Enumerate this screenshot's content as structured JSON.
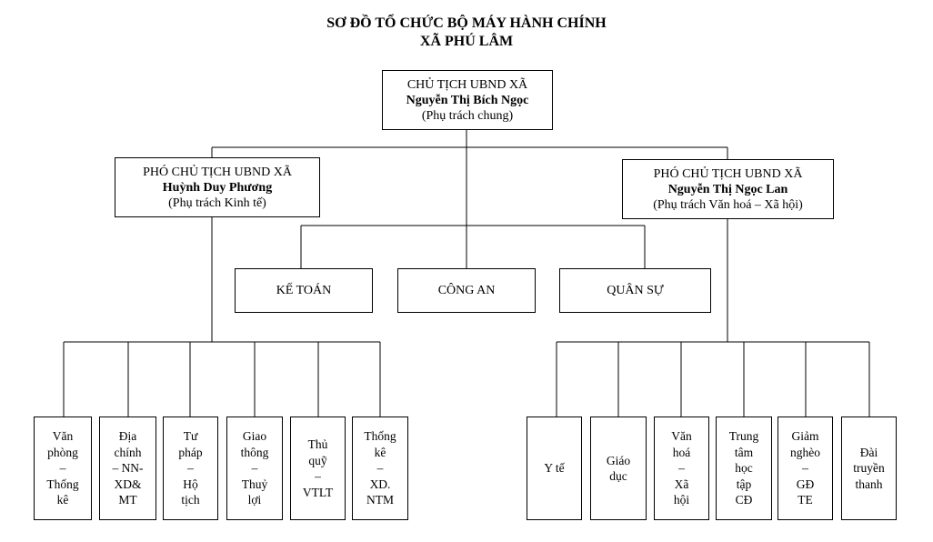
{
  "title": {
    "line1": "SƠ ĐỒ TỔ CHỨC BỘ MÁY HÀNH CHÍNH",
    "line2": "XÃ PHÚ LÂM"
  },
  "chairman": {
    "role": "CHỦ TỊCH UBND XÃ",
    "name": "Nguyễn Thị Bích Ngọc",
    "duty": "(Phụ trách chung)"
  },
  "vice_left": {
    "role": "PHÓ CHỦ TỊCH UBND XÃ",
    "name": "Huỳnh Duy Phương",
    "duty": "(Phụ trách Kinh tế)"
  },
  "vice_right": {
    "role": "PHÓ CHỦ TỊCH UBND XÃ",
    "name": "Nguyễn Thị Ngọc Lan",
    "duty": "(Phụ trách Văn hoá – Xã hội)"
  },
  "middle_units": [
    "KẾ TOÁN",
    "CÔNG AN",
    "QUÂN SỰ"
  ],
  "left_departments": [
    [
      "Văn",
      "phòng",
      "–",
      "Thống",
      "kê"
    ],
    [
      "Địa",
      "chính",
      "– NN-",
      "XD&",
      "MT"
    ],
    [
      "Tư",
      "pháp",
      "–",
      "Hộ",
      "tịch"
    ],
    [
      "Giao",
      "thông",
      "–",
      "Thuỷ",
      "lợi"
    ],
    [
      "Thủ",
      "quỹ",
      "–",
      "VTLT"
    ],
    [
      "Thống",
      "kê",
      "–",
      "XD.",
      "NTM"
    ]
  ],
  "right_departments": [
    [
      "Y tế"
    ],
    [
      "Giáo",
      "dục"
    ],
    [
      "Văn",
      "hoá",
      "–",
      "Xã",
      "hội"
    ],
    [
      "Trung",
      "tâm",
      "học",
      "tập",
      "CĐ"
    ],
    [
      "Giảm",
      "nghèo",
      "–",
      "GĐ",
      "TE"
    ],
    [
      "Đài",
      "truyền",
      "thanh"
    ]
  ]
}
